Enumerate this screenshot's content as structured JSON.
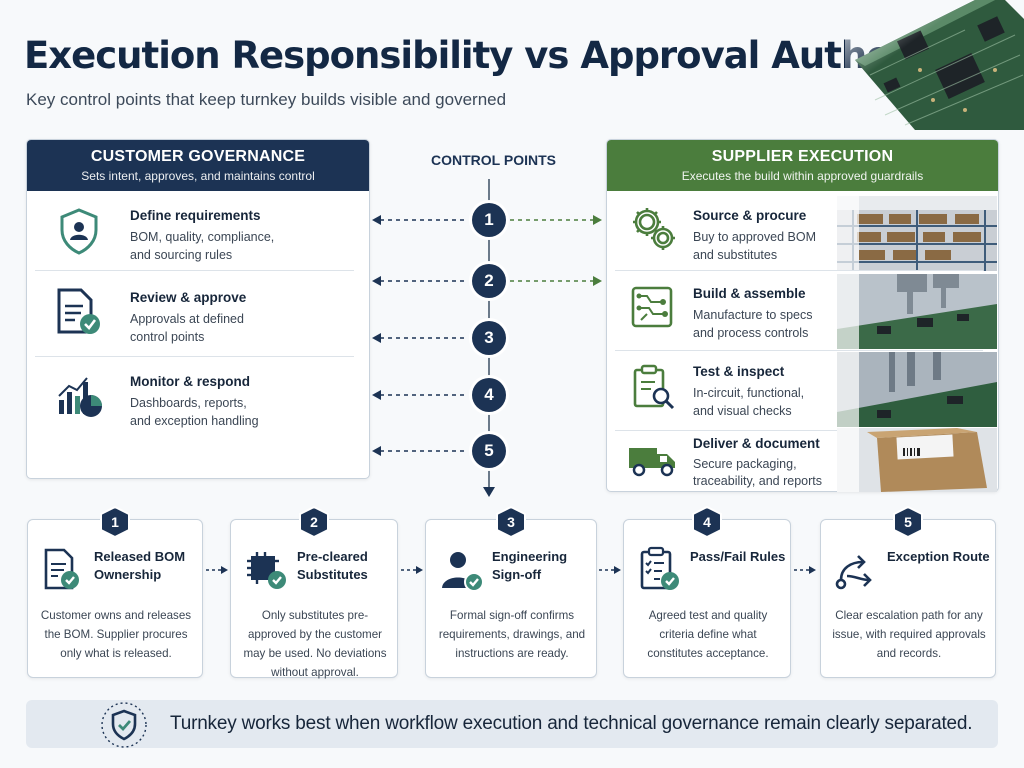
{
  "header": {
    "title": "Execution Responsibility vs Approval Authority",
    "subtitle": "Key control points that keep turnkey builds visible and governed"
  },
  "customer": {
    "title": "CUSTOMER GOVERNANCE",
    "subtitle": "Sets intent, approves, and maintains control",
    "items": [
      {
        "title": "Define requirements",
        "desc1": "BOM, quality, compliance,",
        "desc2": "and sourcing rules",
        "icon": "shield-user-icon"
      },
      {
        "title": "Review & approve",
        "desc1": "Approvals at defined",
        "desc2": "control points",
        "icon": "document-check-icon"
      },
      {
        "title": "Monitor & respond",
        "desc1": "Dashboards, reports,",
        "desc2": "and exception handling",
        "icon": "chart-icon"
      }
    ]
  },
  "center": {
    "title": "CONTROL POINTS",
    "steps": [
      "1",
      "2",
      "3",
      "4",
      "5"
    ]
  },
  "supplier": {
    "title": "SUPPLIER EXECUTION",
    "subtitle": "Executes the build within approved guardrails",
    "items": [
      {
        "title": "Source & procure",
        "desc1": "Buy to approved BOM",
        "desc2": "and substitutes",
        "icon": "gears-icon"
      },
      {
        "title": "Build & assemble",
        "desc1": "Manufacture to specs",
        "desc2": "and process controls",
        "icon": "circuit-icon"
      },
      {
        "title": "Test & inspect",
        "desc1": "In-circuit, functional,",
        "desc2": "and visual checks",
        "icon": "clipboard-search-icon"
      },
      {
        "title": "Deliver & document",
        "desc1": "Secure packaging,",
        "desc2": "traceability, and reports",
        "icon": "truck-icon"
      }
    ]
  },
  "cards": [
    {
      "num": "1",
      "title": "Released BOM Ownership",
      "desc": "Customer owns and releases the BOM. Supplier procures only what is released.",
      "icon": "released-bom-icon"
    },
    {
      "num": "2",
      "title": "Pre-cleared Substitutes",
      "desc": "Only substitutes pre-approved by the customer may be used. No deviations without approval.",
      "icon": "chip-check-icon"
    },
    {
      "num": "3",
      "title": "Engineering Sign-off",
      "desc": "Formal sign-off confirms requirements, drawings, and instructions are ready.",
      "icon": "person-check-icon"
    },
    {
      "num": "4",
      "title": "Pass/Fail Rules",
      "desc": "Agreed test and quality criteria define what constitutes acceptance.",
      "icon": "checklist-icon"
    },
    {
      "num": "5",
      "title": "Exception Route",
      "desc": "Clear escalation path for any issue, with required approvals and records.",
      "icon": "route-icon"
    }
  ],
  "footer": {
    "text": "Turnkey works best when workflow execution and technical governance remain clearly separated.",
    "icon": "shield-check-icon"
  },
  "colors": {
    "navy": "#1c3354",
    "green": "#4b7d3d",
    "teal": "#3d8a78"
  }
}
